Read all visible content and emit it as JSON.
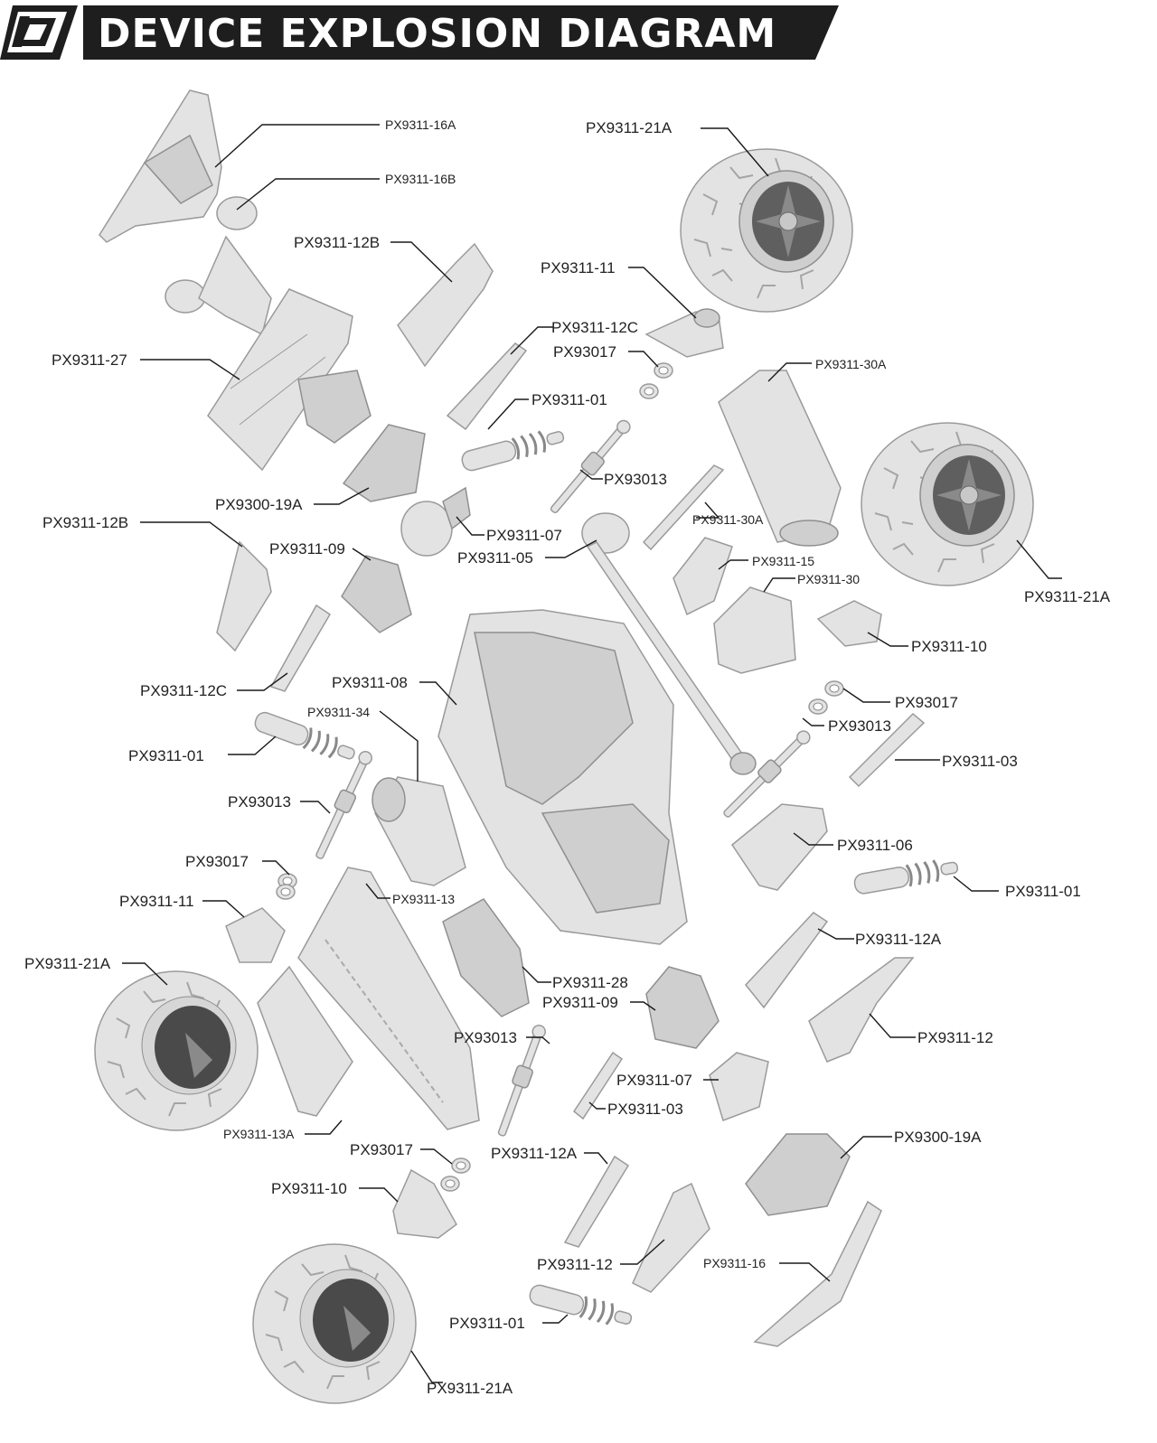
{
  "header": {
    "title": "DEVICE EXPLOSION DIAGRAM",
    "logo_icon": "d-shield-logo",
    "bar_color": "#1e1e1e"
  },
  "part_color": "#e3e3e3",
  "labels": {
    "l1": "PX9311-16A",
    "l2": "PX9311-16B",
    "l3": "PX9311-21A",
    "l4": "PX9311-12B",
    "l5": "PX9311-11",
    "l6": "PX9311-12C",
    "l7": "PX93017",
    "l8": "PX9311-27",
    "l9": "PX9311-01",
    "l10": "PX9311-30A",
    "l11": "PX93013",
    "l12": "PX9300-19A",
    "l13": "PX9311-30A",
    "l14": "PX9311-12B",
    "l15": "PX9311-07",
    "l16": "PX9311-09",
    "l17": "PX9311-05",
    "l18": "PX9311-15",
    "l19": "PX9311-30",
    "l20": "PX9311-21A",
    "l21": "PX9311-10",
    "l22": "PX9311-12C",
    "l23": "PX9311-08",
    "l24": "PX93017",
    "l25": "PX9311-34",
    "l26": "PX93013",
    "l27": "PX9311-01",
    "l28": "PX9311-03",
    "l29": "PX93013",
    "l30": "PX9311-06",
    "l31": "PX93017",
    "l32": "PX9311-13",
    "l33": "PX9311-01",
    "l34": "PX9311-11",
    "l35": "PX9311-12A",
    "l36": "PX9311-21A",
    "l37": "PX9311-28",
    "l38": "PX9311-09",
    "l39": "PX9311-12",
    "l40": "PX93013",
    "l41": "PX9311-07",
    "l42": "PX9311-03",
    "l43": "PX9311-13A",
    "l44": "PX9300-19A",
    "l45": "PX93017",
    "l46": "PX9311-12A",
    "l47": "PX9311-10",
    "l48": "PX9311-12",
    "l49": "PX9311-16",
    "l50": "PX9311-01",
    "l51": "PX9311-21A"
  }
}
